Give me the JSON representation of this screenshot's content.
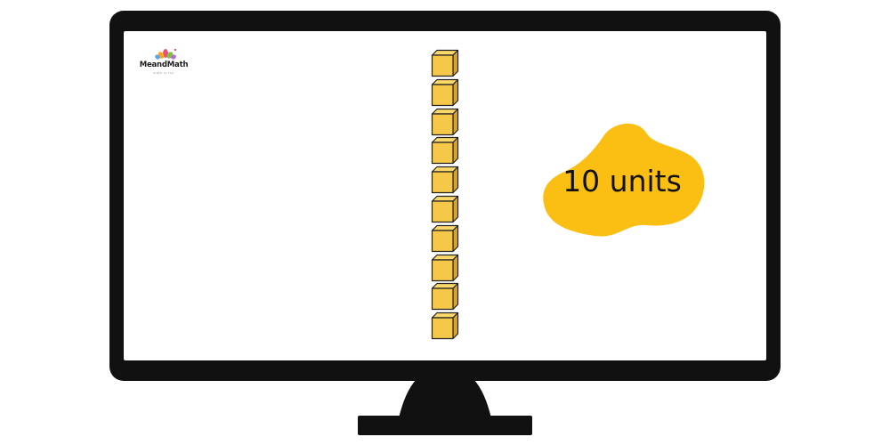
{
  "brand": {
    "name": "MeandMath",
    "tagline": "math is fun"
  },
  "model": {
    "block_type": "unit cube",
    "count": 10,
    "orientation": "vertical"
  },
  "label": {
    "text": "10 units"
  },
  "colors": {
    "cube_face": "#f5c84a",
    "cube_top": "#fbd867",
    "cube_side": "#d9a22a",
    "cube_outline": "#222222",
    "blob": "#fbbf14",
    "monitor": "#111111",
    "screen": "#ffffff"
  }
}
